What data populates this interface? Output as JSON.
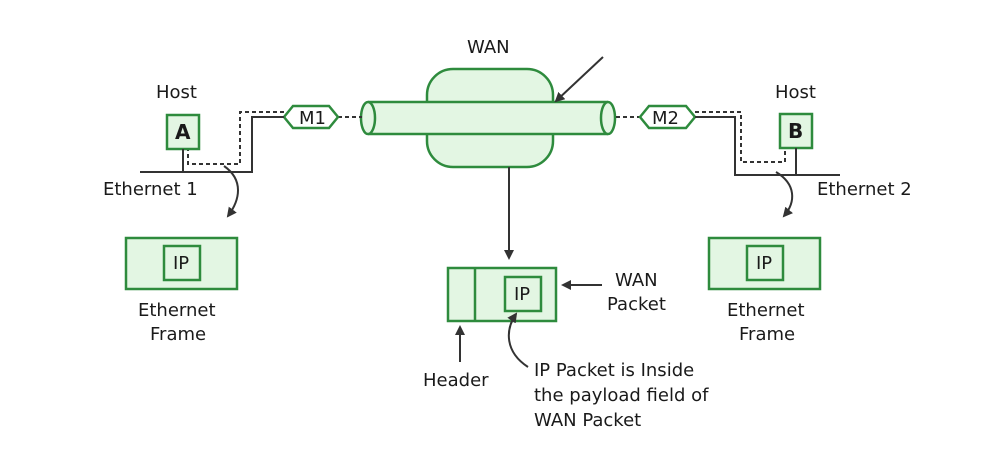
{
  "wan_label": "WAN",
  "host_a": {
    "caption": "Host",
    "letter": "A"
  },
  "host_b": {
    "caption": "Host",
    "letter": "B"
  },
  "m1": "M1",
  "m2": "M2",
  "ethernet1": "Ethernet 1",
  "ethernet2": "Ethernet 2",
  "frame_left": {
    "ip": "IP",
    "line1": "Ethernet",
    "line2": "Frame"
  },
  "frame_right": {
    "ip": "IP",
    "line1": "Ethernet",
    "line2": "Frame"
  },
  "wan_packet": {
    "ip": "IP",
    "line1": "WAN",
    "line2": "Packet"
  },
  "header_label": "Header",
  "note": {
    "line1": "IP Packet is Inside",
    "line2": "the payload field of",
    "line3": "WAN Packet"
  },
  "colors": {
    "green_stroke": "#2e8b3d",
    "green_fill": "#e3f6e3",
    "line": "#333333"
  }
}
